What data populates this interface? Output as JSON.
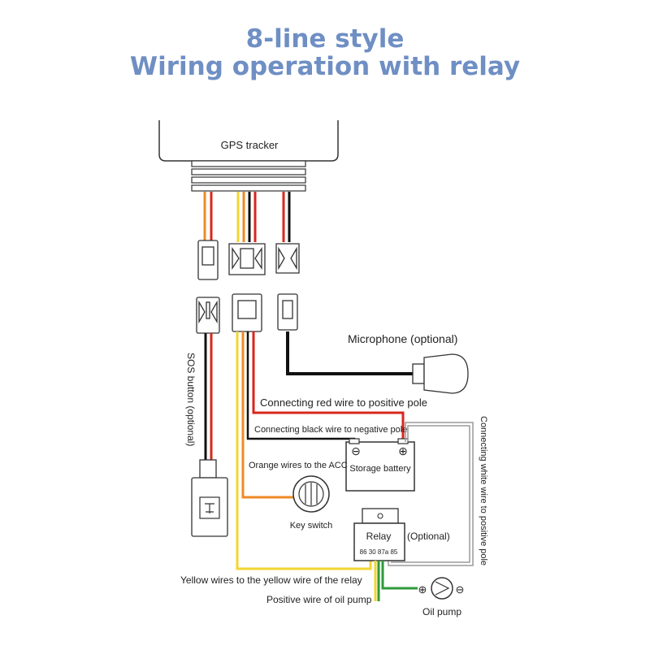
{
  "title": {
    "line1": "8-line style",
    "line2": "Wiring operation with relay"
  },
  "labels": {
    "tracker": "GPS tracker",
    "microphone": "Microphone (optional)",
    "sos": "SOS button (optional)",
    "red_wire": "Connecting red wire to positive pole",
    "black_wire": "Connecting black wire to  negative pole",
    "white_wire": "Connecting white wire to positive pole",
    "orange_wire": "Orange wires to the ACC",
    "battery": "Storage battery",
    "key_switch": "Key switch",
    "relay": "Relay",
    "relay_pins": "86 30 87a 85",
    "optional": "(Optional)",
    "yellow_wire": "Yellow wires to the yellow wire of the relay",
    "oil_wire": "Positive wire of oil pump",
    "oil_pump": "Oil pump"
  },
  "colors": {
    "title": "#6f8fc4",
    "red": "#d9271c",
    "black": "#111111",
    "orange": "#f08a24",
    "yellow": "#f2d531",
    "green": "#2e9a3a",
    "grey": "#9a9a9a"
  }
}
